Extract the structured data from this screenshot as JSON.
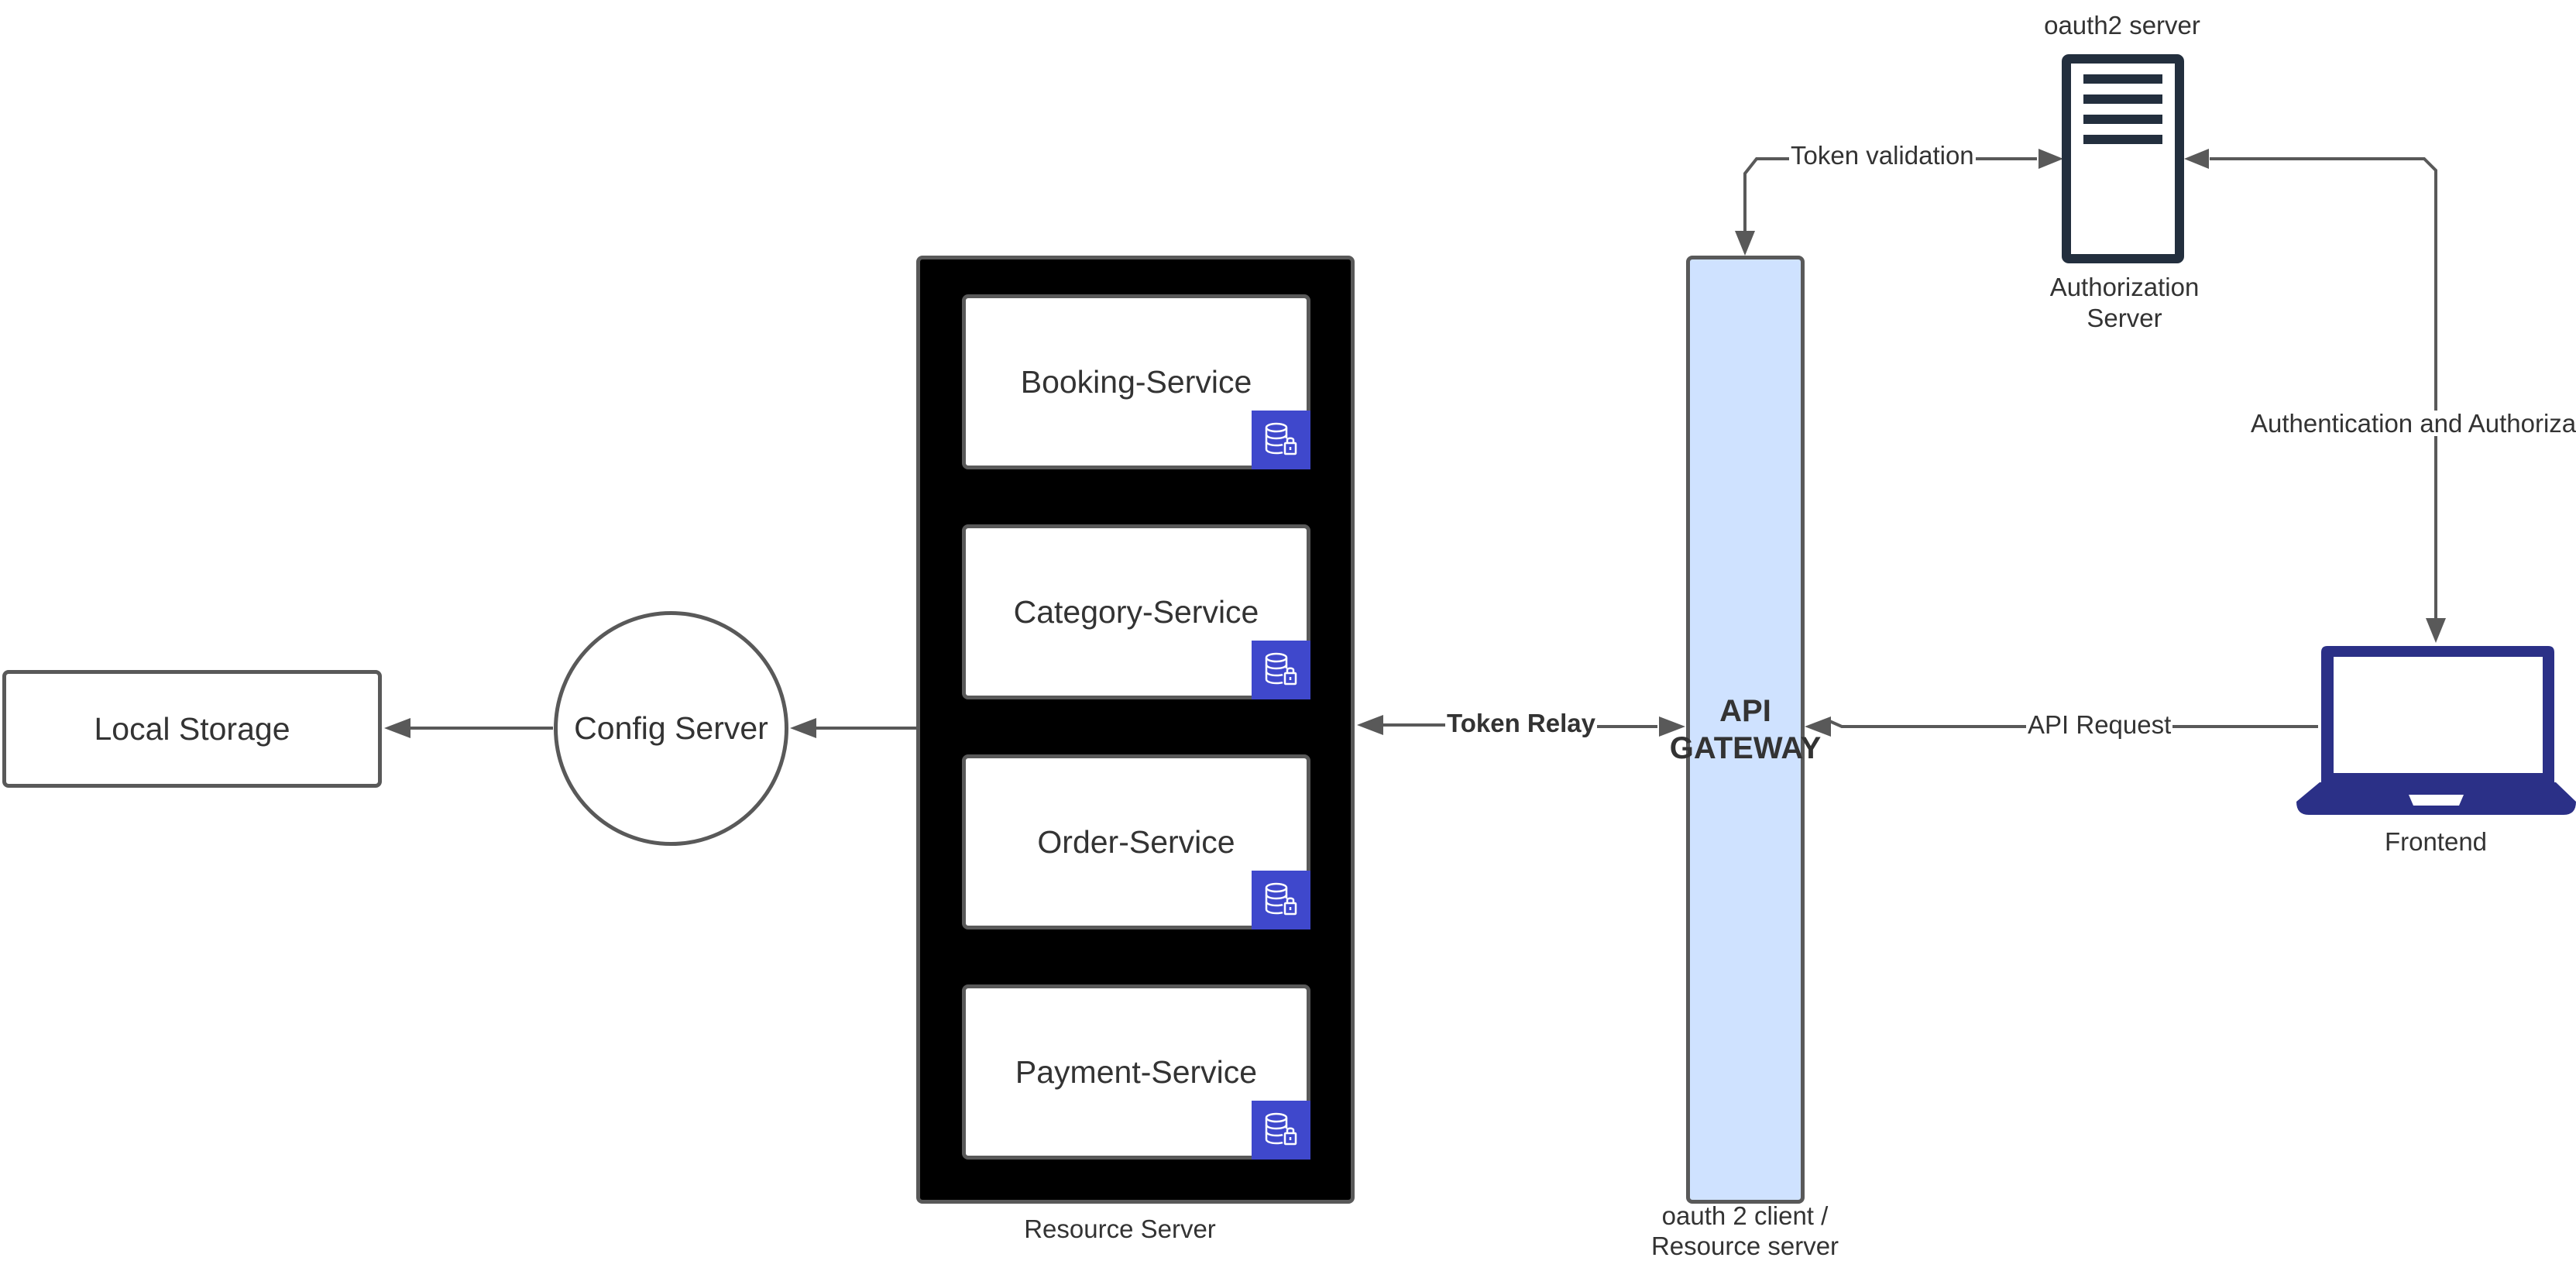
{
  "nodes": {
    "local_storage": "Local Storage",
    "config_server": "Config Server",
    "resource_server_caption": "Resource Server",
    "services": [
      "Booking-Service",
      "Category-Service",
      "Order-Service",
      "Payment-Service"
    ],
    "api_gateway": "API\nGATEWAY",
    "gateway_caption_line1": "oauth 2 client /",
    "gateway_caption_line2": "Resource server",
    "auth_server_title": "oauth2 server",
    "auth_server_caption_line1": "Authorization",
    "auth_server_caption_line2": "Server",
    "frontend_caption": "Frontend"
  },
  "edges": {
    "token_relay": "Token Relay",
    "token_validation": "Token validation",
    "auth_and_authz": "Authentication and Authoriza",
    "api_request": "API Request"
  },
  "icons": {
    "database": "database-lock-icon",
    "server": "server-tower-icon",
    "laptop": "laptop-icon"
  },
  "colors": {
    "line": "#595959",
    "resource_server_fill": "#000000",
    "gateway_fill": "#cfe2ff",
    "db_badge": "#3f48cc",
    "server_icon": "#232f3e",
    "laptop_icon": "#2b3087"
  }
}
